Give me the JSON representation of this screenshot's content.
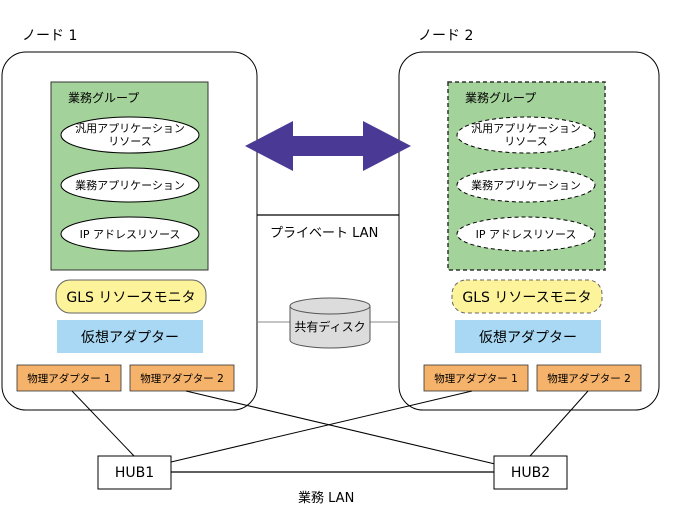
{
  "node1": {
    "title": "ノード 1",
    "group_title": "業務グループ",
    "resources": [
      "汎用アプリケーション",
      "リソース",
      "業務アプリケーション",
      "IP アドレスリソース"
    ],
    "gls": "GLS リソースモニタ",
    "virtual_adapter": "仮想アダプター",
    "phys1": "物理アダプター 1",
    "phys2": "物理アダプター 2"
  },
  "node2": {
    "title": "ノード 2",
    "group_title": "業務グループ",
    "resources": [
      "汎用アプリケーション",
      "リソース",
      "業務アプリケーション",
      "IP アドレスリソース"
    ],
    "gls": "GLS リソースモニタ",
    "virtual_adapter": "仮想アダプター",
    "phys1": "物理アダプター 1",
    "phys2": "物理アダプター 2"
  },
  "private_lan": "プライベート LAN",
  "shared_disk": "共有ディスク",
  "hub1": "HUB1",
  "hub2": "HUB2",
  "business_lan": "業務 LAN",
  "colors": {
    "group_fill": "#a3d29a",
    "gls_fill": "#fdf39a",
    "virtual_fill": "#a8d8f4",
    "phys_fill": "#f5b26b",
    "arrow": "#4b3a95"
  }
}
